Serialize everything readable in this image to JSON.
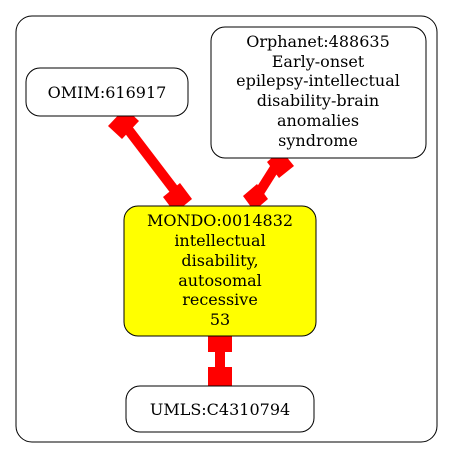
{
  "graph": {
    "nodes": [
      {
        "id": "omim",
        "lines": [
          "OMIM:616917"
        ],
        "fill": "#ffffff"
      },
      {
        "id": "orphanet",
        "lines": [
          "Orphanet:488635",
          "Early-onset",
          "epilepsy-intellectual",
          "disability-brain",
          "anomalies",
          "syndrome"
        ],
        "fill": "#ffffff"
      },
      {
        "id": "mondo",
        "lines": [
          "MONDO:0014832",
          "intellectual",
          "disability,",
          "autosomal",
          "recessive",
          "53"
        ],
        "fill": "#ffff00"
      },
      {
        "id": "umls",
        "lines": [
          "UMLS:C4310794"
        ],
        "fill": "#ffffff"
      }
    ],
    "edges": [
      {
        "from": "omim",
        "to": "mondo"
      },
      {
        "from": "orphanet",
        "to": "mondo"
      },
      {
        "from": "mondo",
        "to": "umls"
      }
    ],
    "edge_color": "#ff0000"
  }
}
